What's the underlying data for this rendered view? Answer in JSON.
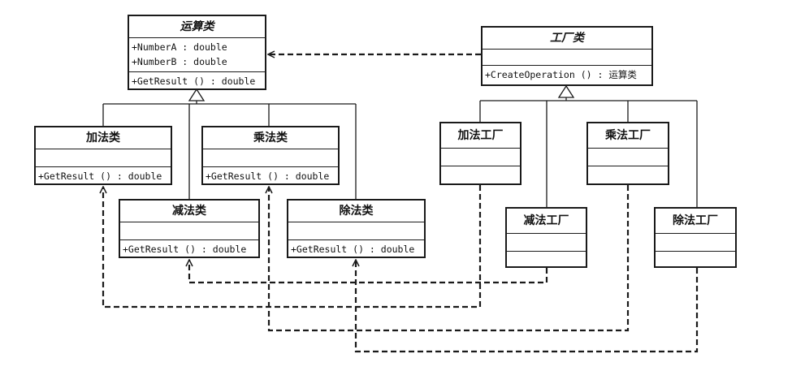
{
  "operation": {
    "name": "运算类",
    "attributes": [
      "+NumberA  : double",
      "+NumberB  : double"
    ],
    "operations": [
      "+GetResult () : double"
    ]
  },
  "factory": {
    "name": "工厂类",
    "operations": [
      "+CreateOperation () : 运算类"
    ]
  },
  "add_class": {
    "name": "加法类",
    "operations": [
      "+GetResult () : double"
    ]
  },
  "sub_class": {
    "name": "减法类",
    "operations": [
      "+GetResult () : double"
    ]
  },
  "mul_class": {
    "name": "乘法类",
    "operations": [
      "+GetResult () : double"
    ]
  },
  "div_class": {
    "name": "除法类",
    "operations": [
      "+GetResult () : double"
    ]
  },
  "add_factory": {
    "name": "加法工厂"
  },
  "sub_factory": {
    "name": "减法工厂"
  },
  "mul_factory": {
    "name": "乘法工厂"
  },
  "div_factory": {
    "name": "除法工厂"
  },
  "colors": {
    "line": "#1a1a1a",
    "background": "#ffffff"
  }
}
